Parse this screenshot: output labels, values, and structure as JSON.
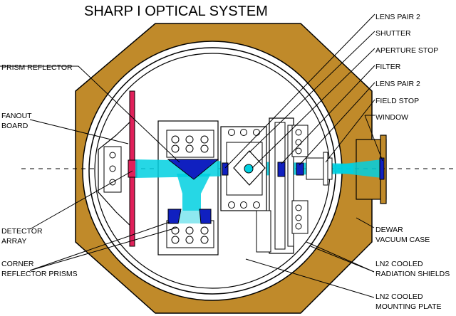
{
  "title": "SHARP I OPTICAL SYSTEM",
  "labels": {
    "lens_pair_2_top": "LENS PAIR 2",
    "shutter": "SHUTTER",
    "aperture_stop": "APERTURE STOP",
    "filter": "FILTER",
    "lens_pair_2_mid": "LENS PAIR 2",
    "field_stop": "FIELD STOP",
    "window": "WINDOW",
    "prism_reflector": "PRISM REFLECTOR",
    "fanout_board": [
      "FANOUT",
      "BOARD"
    ],
    "detector_array": [
      "DETECTOR",
      "ARRAY"
    ],
    "corner_reflector_prisms": [
      "CORNER",
      "REFLECTOR PRISMS"
    ],
    "dewar_vacuum_case": [
      "DEWAR",
      "VACUUM CASE"
    ],
    "ln2_radiation_shields": [
      "LN2 COOLED",
      "RADIATION SHIELDS"
    ],
    "ln2_mounting_plate": [
      "LN2 COOLED",
      "MOUNTING PLATE"
    ]
  },
  "colors": {
    "dewar_case": "#C08A2A",
    "beam": "#00D0E0",
    "beam_light": "#8FE8F0",
    "optics_blue": "#1020C0",
    "fanout_red": "#E0205A",
    "outline": "#000000",
    "background": "#FFFFFF"
  }
}
